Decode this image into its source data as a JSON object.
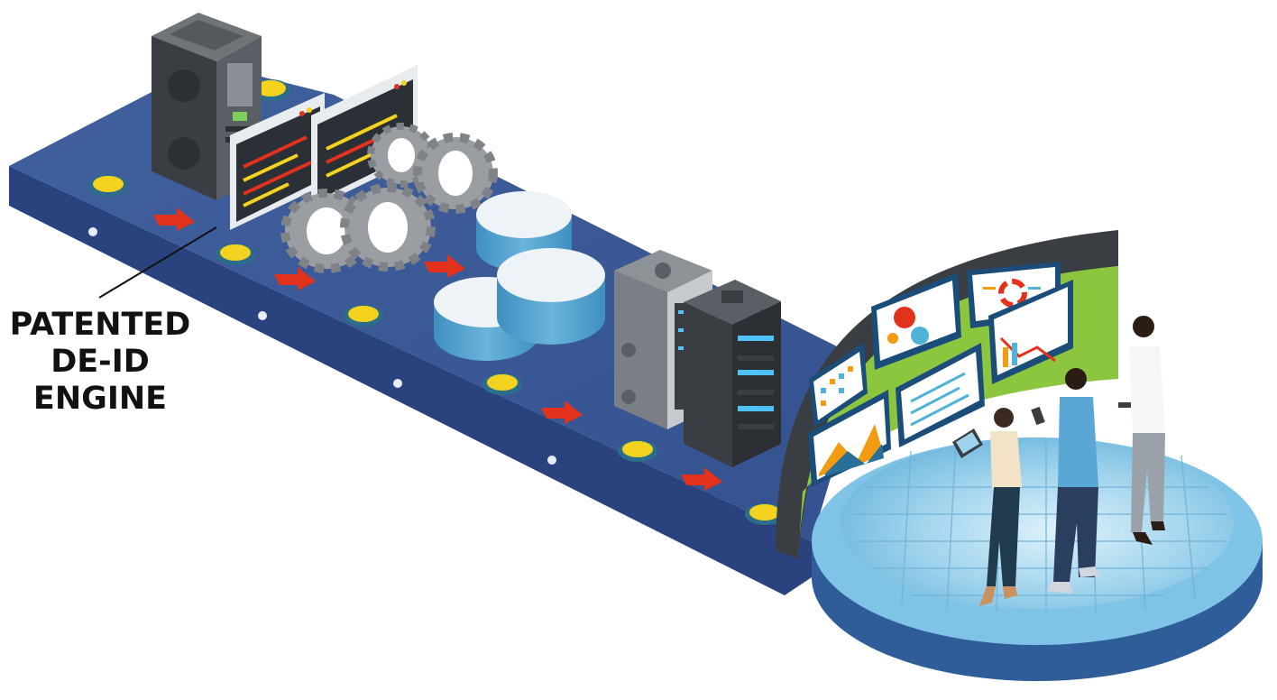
{
  "callout": {
    "lines": [
      "PATENTED",
      "DE-ID",
      "ENGINE"
    ]
  },
  "colors": {
    "platform_top": "#3a5a98",
    "platform_side": "#27407a",
    "arrow": "#e2321c",
    "light": "#f3d31d",
    "disc_top": "#a8d8ec",
    "disc_side": "#4f9fcf",
    "screen_frame": "#1b4d7a",
    "screen_back": "#8cc63f",
    "gear": "#8e9196",
    "server_dark": "#3a3d42",
    "server_light": "#6e7378"
  },
  "icons": [
    "server-tower-icon",
    "code-window-icon",
    "gear-icon",
    "database-icon",
    "server-rack-icon",
    "dashboard-screen-icon",
    "person-icon",
    "tablet-icon",
    "phone-icon"
  ]
}
